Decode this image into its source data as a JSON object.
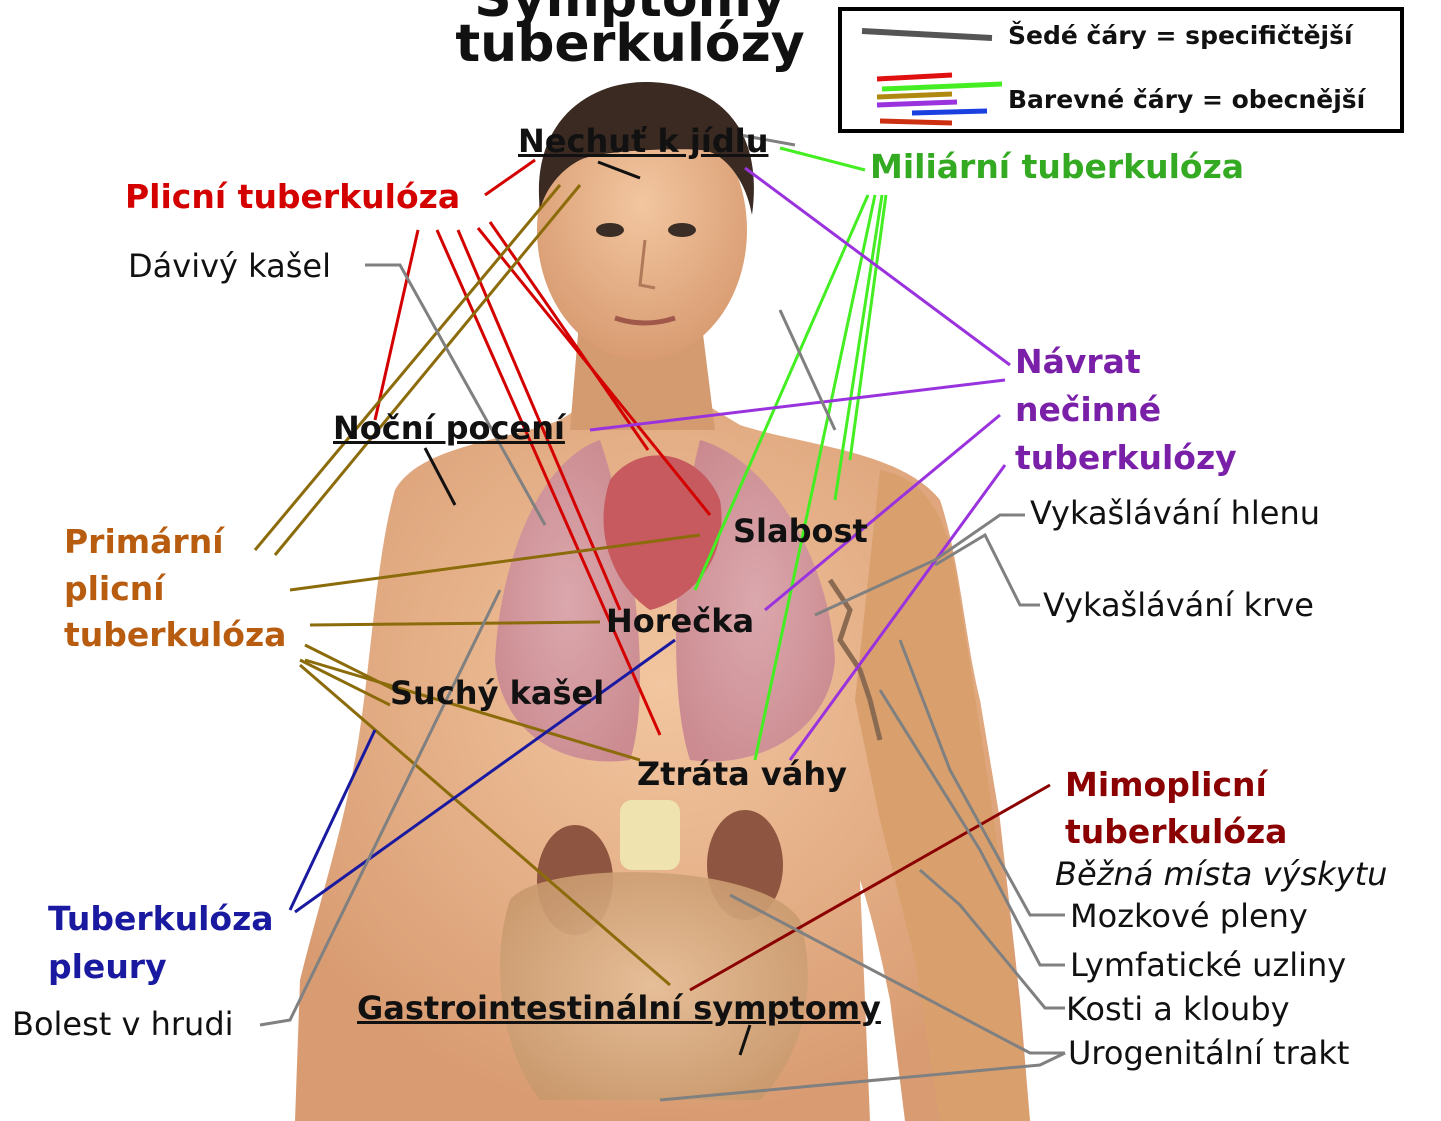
{
  "title": {
    "line1": "Symptomy",
    "line2": "tuberkulózy"
  },
  "legend": {
    "gray_label": "Šedé čáry = specifičtější",
    "color_label": "Barevné čáry = obecnější"
  },
  "categories": {
    "pulmonary": "Plicní tuberkulóza",
    "miliary": "Miliární tuberkulóza",
    "reactivation_1": "Návrat",
    "reactivation_2": "nečinné",
    "reactivation_3": "tuberkulózy",
    "primary_1": "Primární",
    "primary_2": "plicní",
    "primary_3": "tuberkulóza",
    "pleural_1": "Tuberkulóza",
    "pleural_2": "pleury",
    "extrapulmonary_1": "Mimoplicní",
    "extrapulmonary_2": "tuberkulóza",
    "extrapulmonary_sub": "Běžná místa výskytu"
  },
  "symptoms": {
    "anorexia": "Nechuť k jídlu",
    "whooping": "Dávivý kašel",
    "night_sweats": "Noční pocení",
    "weakness": "Slabost",
    "fever": "Horečka",
    "dry_cough": "Suchý kašel",
    "weight_loss": "Ztráta váhy",
    "chest_pain": "Bolest v hrudi",
    "gi": "Gastrointestinální symptomy",
    "sputum": "Vykašlávání hlenu",
    "blood": "Vykašlávání krve"
  },
  "sites": {
    "meninges": "Mozkové pleny",
    "lymph": "Lymfatické uzliny",
    "bones": "Kosti a klouby",
    "urogenital": "Urogenitální trakt"
  },
  "colors": {
    "pulmonary": "#d40000",
    "miliary": "#44dd22",
    "reactivation": "#8822cc",
    "primary": "#8b6b0a",
    "primary_text": "#b85c10",
    "pleural": "#1a1aa0",
    "extrapulmonary": "#8b0000",
    "specific": "#808080",
    "skin": "#e8b48a"
  }
}
